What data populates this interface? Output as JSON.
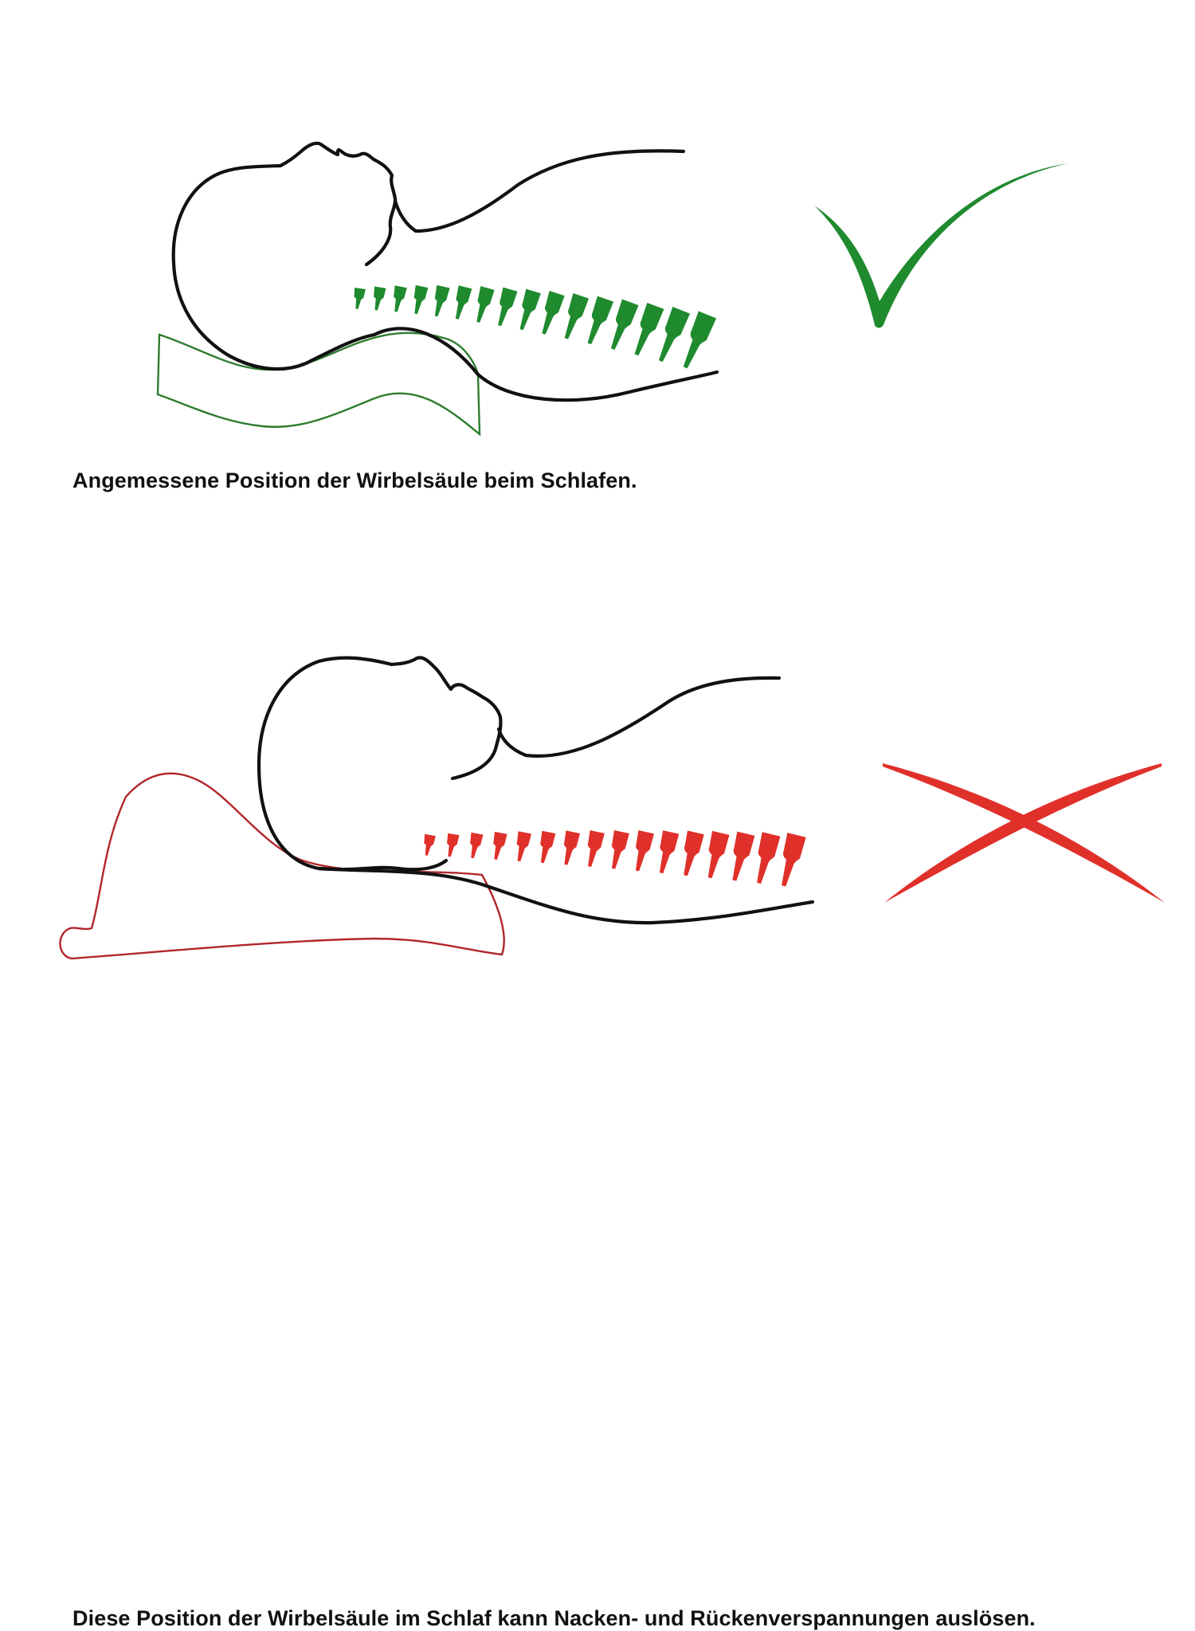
{
  "colors": {
    "outline": "#111111",
    "good": "#1f8a2e",
    "good_pillow": "#2e7d2e",
    "bad": "#e0302a",
    "bad_pillow": "#b2262a"
  },
  "good": {
    "caption": "Angemessene Position der Wirbelsäule beim Schlafen.",
    "mark_icon": "checkmark-icon",
    "vertebra_count": 16
  },
  "bad": {
    "caption": "Diese Position der Wirbelsäule im Schlaf kann Nacken- und Rückenverspannungen auslösen.",
    "mark_icon": "cross-icon",
    "vertebra_count": 16
  }
}
